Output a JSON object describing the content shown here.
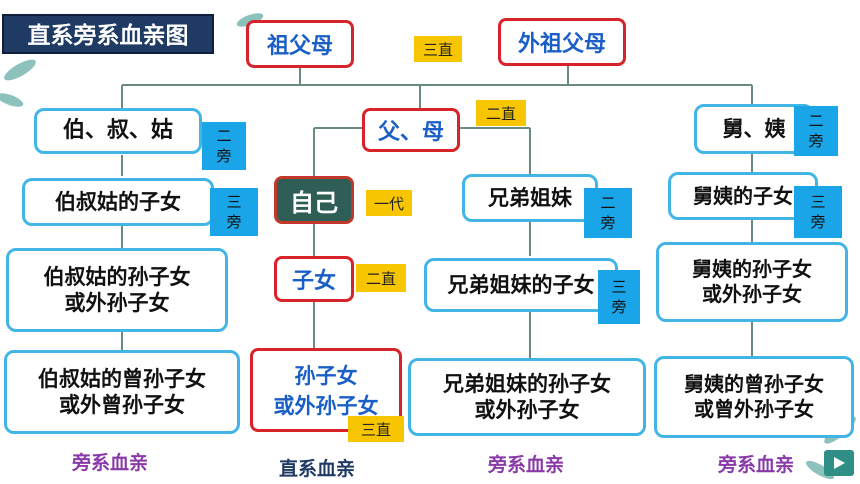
{
  "title": "直系旁系血亲图",
  "grandparents": [
    "祖父母",
    "外祖父母"
  ],
  "parents": "父、母",
  "self": "自己",
  "tags": {
    "yellow_3a": "三直",
    "yellow_2a": "二直",
    "yellow_1": "一代",
    "yellow_2b": "二直",
    "yellow_3b": "三直"
  },
  "blue_tag": {
    "a": "二",
    "b": "旁",
    "c": "三",
    "d": "旁"
  },
  "left_column": [
    "伯、叔、姑",
    "伯叔姑的子女",
    "伯叔姑的孙子女",
    "或外孙子女",
    "伯叔姑的曾孙子女",
    "或外曾孙子女"
  ],
  "middle_column": [
    "子女",
    "孙子女",
    "或外孙子女"
  ],
  "sibling_column": [
    "兄弟姐妹",
    "兄弟姐妹的子女",
    "兄弟姐妹的孙子女",
    "或外孙子女"
  ],
  "right_column": [
    "舅、姨",
    "舅姨的子女",
    "舅姨的孙子女",
    "或外孙子女",
    "舅姨的曾孙子女",
    "或曾外孙子女"
  ],
  "footer": [
    "旁系血亲",
    "直系血亲",
    "旁系血亲",
    "旁系血亲"
  ],
  "colors": {
    "title_bg": "#1f3a63",
    "box_border": "#41b6e6",
    "red_border": "#d8232a",
    "tag_yellow": "#f7c600",
    "tag_blue": "#1aa5e8",
    "footer_purple": "#8a3aa8"
  }
}
